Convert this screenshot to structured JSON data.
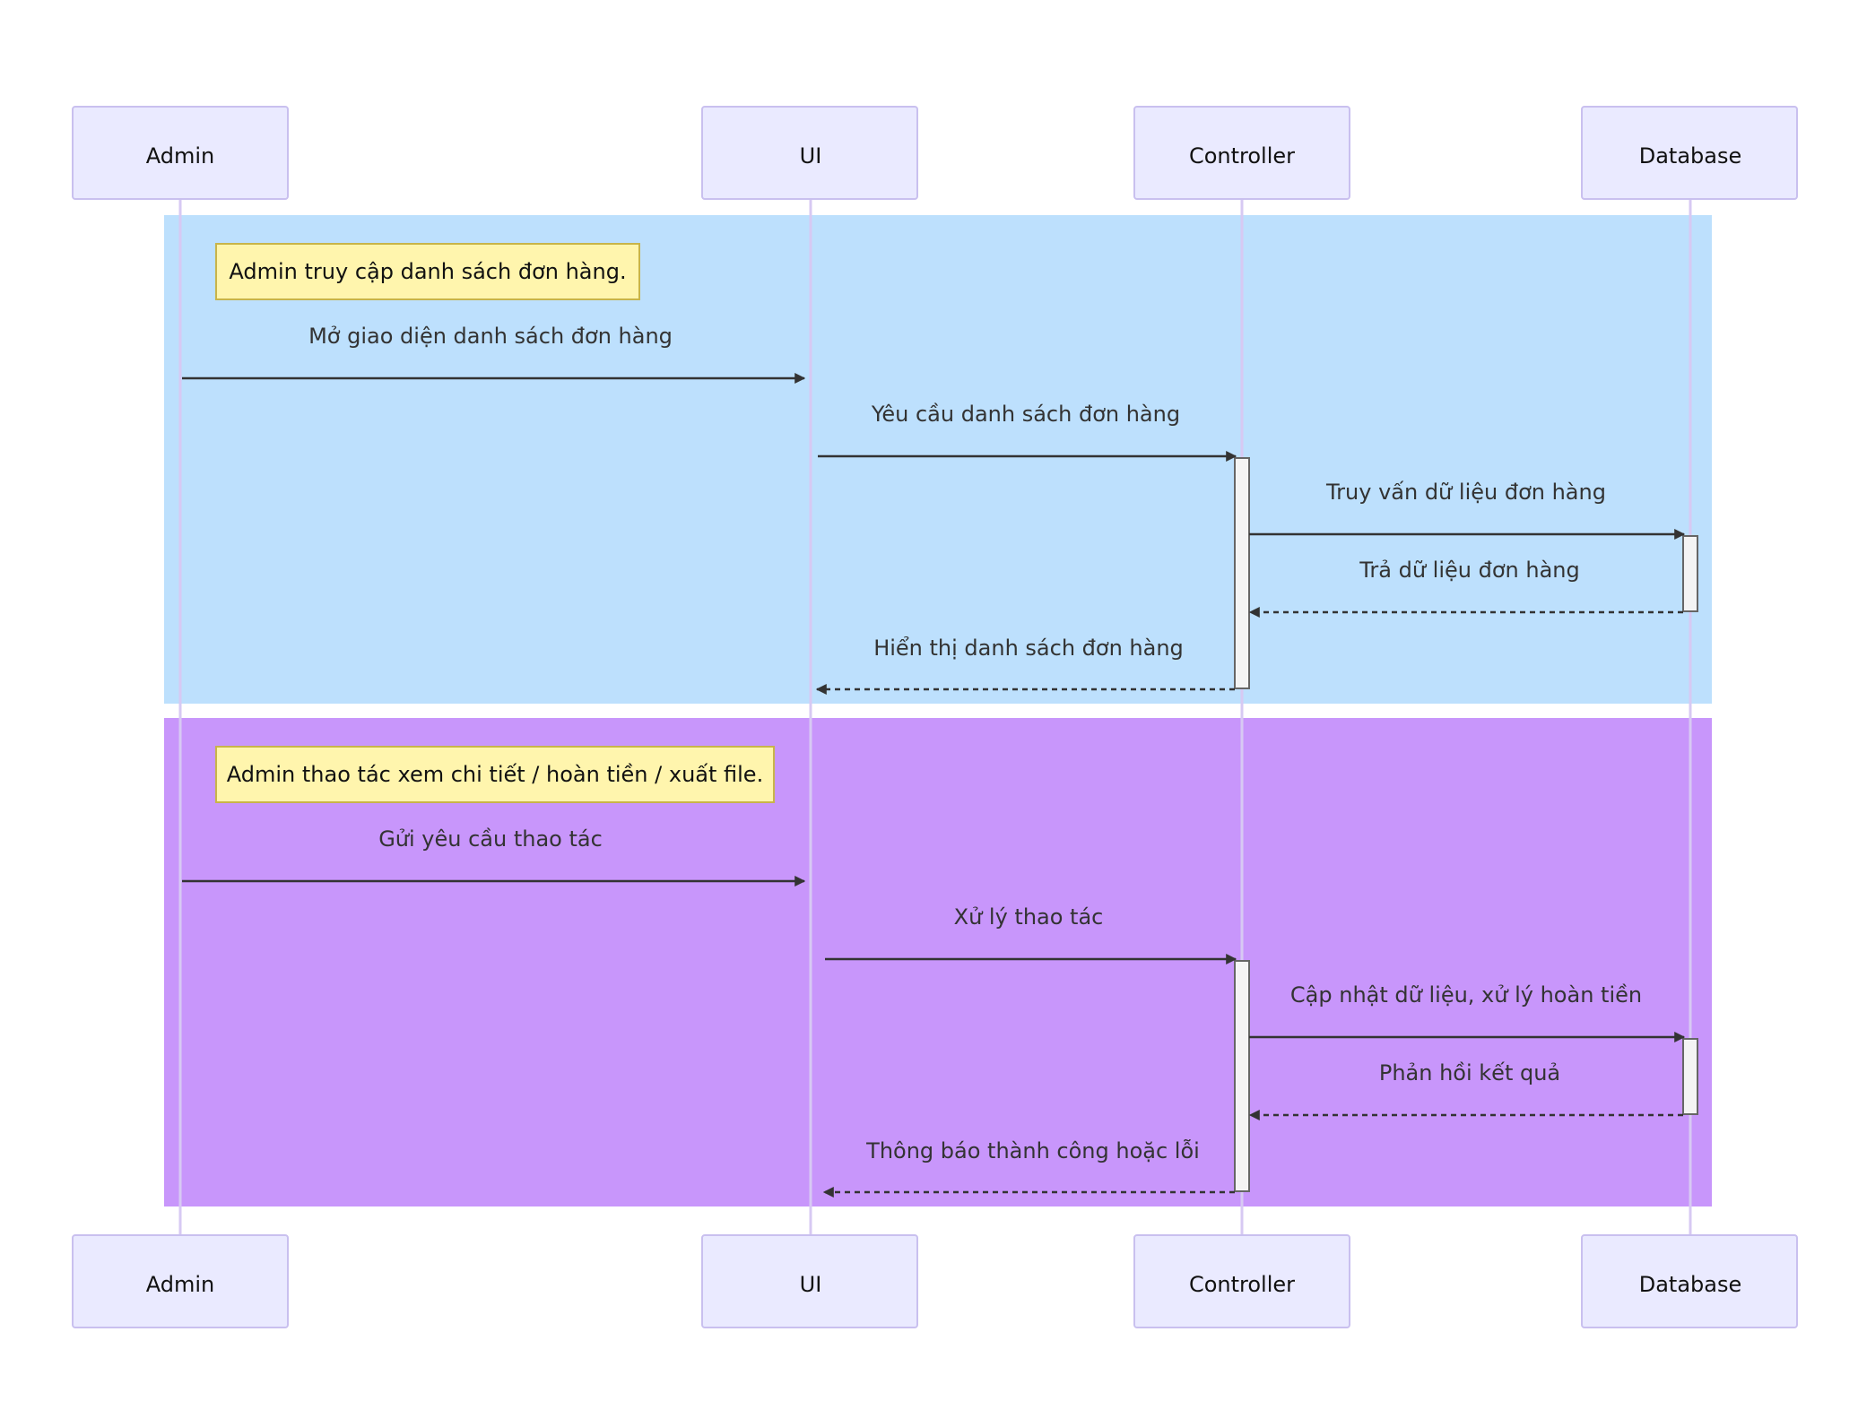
{
  "colors": {
    "actor_fill": "#eaeaff",
    "actor_border": "#c9c0ef",
    "lifeline": "#d7c9f3",
    "group_1": "#bde0fd",
    "group_2": "#c896fb",
    "note_fill": "#fff5ad",
    "note_border": "#c8b44a",
    "message": "#333333",
    "activation_fill": "#f4f4f4"
  },
  "participants": [
    {
      "id": "admin",
      "label": "Admin"
    },
    {
      "id": "ui",
      "label": "UI"
    },
    {
      "id": "controller",
      "label": "Controller"
    },
    {
      "id": "database",
      "label": "Database"
    }
  ],
  "groups": [
    {
      "color": "#bde0fd",
      "note": "Admin truy cập danh sách đơn hàng.",
      "messages": [
        {
          "from": "admin",
          "to": "ui",
          "label": "Mở giao diện danh sách đơn hàng",
          "style": "solid"
        },
        {
          "from": "ui",
          "to": "controller",
          "label": "Yêu cầu danh sách đơn hàng",
          "style": "solid"
        },
        {
          "from": "controller",
          "to": "database",
          "label": "Truy vấn dữ liệu đơn hàng",
          "style": "solid"
        },
        {
          "from": "database",
          "to": "controller",
          "label": "Trả dữ liệu đơn hàng",
          "style": "dashed"
        },
        {
          "from": "controller",
          "to": "ui",
          "label": "Hiển thị danh sách đơn hàng",
          "style": "dashed"
        }
      ]
    },
    {
      "color": "#c896fb",
      "note": "Admin thao tác xem chi tiết / hoàn tiền / xuất file.",
      "messages": [
        {
          "from": "admin",
          "to": "ui",
          "label": "Gửi yêu cầu thao tác",
          "style": "solid"
        },
        {
          "from": "ui",
          "to": "controller",
          "label": "Xử lý thao tác",
          "style": "solid"
        },
        {
          "from": "controller",
          "to": "database",
          "label": "Cập nhật dữ liệu, xử lý hoàn tiền",
          "style": "solid"
        },
        {
          "from": "database",
          "to": "controller",
          "label": "Phản hồi kết quả",
          "style": "dashed"
        },
        {
          "from": "controller",
          "to": "ui",
          "label": "Thông báo thành công hoặc lỗi",
          "style": "dashed"
        }
      ]
    }
  ]
}
